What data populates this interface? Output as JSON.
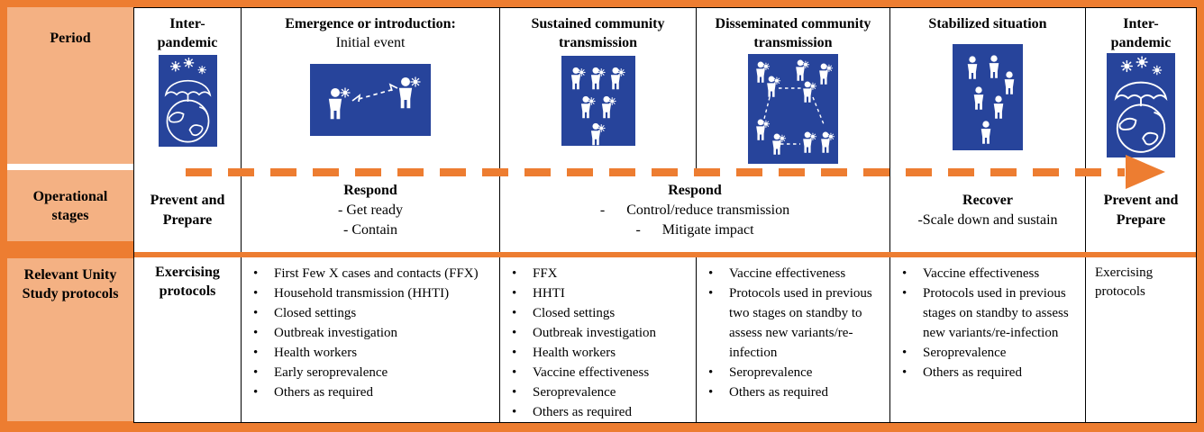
{
  "colors": {
    "accent_orange": "#ED7D31",
    "peach_fill": "#F4B183",
    "icon_blue": "#27449B",
    "line_black": "#000000"
  },
  "row_headers": {
    "period": "Period",
    "operational_stages": "Operational stages",
    "protocols": "Relevant Unity Study protocols"
  },
  "periods": [
    {
      "title": "Inter-\npandemic",
      "icon": "umbrella-globe-icon"
    },
    {
      "title": "Emergence or introduction:",
      "subtitle": "Initial event",
      "icon": "person-to-person-transmission-icon"
    },
    {
      "title": "Sustained community\ntransmission",
      "icon": "infected-people-cluster-icon"
    },
    {
      "title": "Disseminated community\ntransmission",
      "icon": "infected-people-network-icon"
    },
    {
      "title": "Stabilized situation",
      "icon": "healthy-people-icon"
    },
    {
      "title": "Inter-\npandemic",
      "icon": "umbrella-globe-icon"
    }
  ],
  "stages": [
    {
      "title": "Prevent and Prepare"
    },
    {
      "title": "Respond",
      "lines": [
        "- Get ready",
        "- Contain"
      ]
    },
    {
      "title": "Respond",
      "lines": [
        "-      Control/reduce transmission",
        "-      Mitigate impact"
      ]
    },
    {
      "title": "Recover",
      "lines": [
        "-Scale down and sustain"
      ]
    },
    {
      "title": "Prevent and Prepare"
    }
  ],
  "protocol_cells": [
    {
      "text": "Exercising protocols"
    },
    {
      "items": [
        "First Few X cases and contacts (FFX)",
        "Household transmission (HHTI)",
        "Closed settings",
        "Outbreak investigation",
        "Health workers",
        "Early seroprevalence",
        "Others as required"
      ]
    },
    {
      "items": [
        "FFX",
        "HHTI",
        "Closed settings",
        "Outbreak investigation",
        "Health workers",
        "Vaccine effectiveness",
        "Seroprevalence",
        "Others as required"
      ]
    },
    {
      "items": [
        "Vaccine effectiveness",
        "Protocols used in previous two stages on standby to assess new variants/re-infection",
        "Seroprevalence",
        "Others as required"
      ]
    },
    {
      "items": [
        "Vaccine effectiveness",
        "Protocols used in previous stages on standby to assess new variants/re-infection",
        "Seroprevalence",
        "Others as required"
      ]
    },
    {
      "text": "Exercising protocols"
    }
  ]
}
